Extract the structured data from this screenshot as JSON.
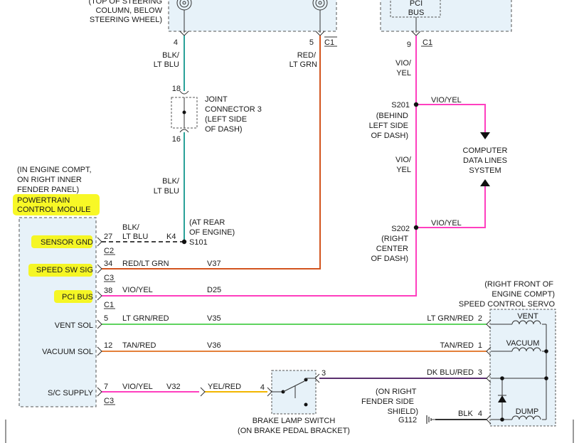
{
  "texts": {
    "steering_note": [
      "(TOP OF STEERING",
      "COLUMN, BELOW",
      "STEERING WHEEL)"
    ],
    "pci_bus_box": [
      "PCI",
      "BUS"
    ],
    "pin_4": "4",
    "pin_5": "5",
    "pin_9": "9",
    "conn_c1_a": "C1",
    "conn_c1_b": "C1",
    "wire_blk_ltblu_top": [
      "BLK/",
      "LT BLU"
    ],
    "wire_red_ltgrn_top": [
      "RED/",
      "LT GRN"
    ],
    "wire_vio_yel_top": [
      "VIO/",
      "YEL"
    ],
    "pin_18": "18",
    "pin_16": "16",
    "joint_connector": [
      "JOINT",
      "CONNECTOR 3",
      "(LEFT SIDE",
      "OF DASH)"
    ],
    "wire_blk_ltblu_mid": [
      "BLK/",
      "LT BLU"
    ],
    "s201": [
      "S201",
      "(BEHIND",
      "LEFT SIDE",
      "OF DASH)"
    ],
    "s201_vio_yel": "VIO/YEL",
    "wire_vio_yel_mid": [
      "VIO/",
      "YEL"
    ],
    "computer_data": [
      "COMPUTER",
      "DATA LINES",
      "SYSTEM"
    ],
    "s202": [
      "S202",
      "(RIGHT",
      "CENTER",
      "OF DASH)"
    ],
    "s202_vio_yel": "VIO/YEL",
    "pcm_note": [
      "(IN ENGINE COMPT,",
      "ON RIGHT INNER",
      "FENDER PANEL)"
    ],
    "pcm_title": [
      "POWERTRAIN",
      "CONTROL MODULE"
    ],
    "s101": [
      "(AT REAR",
      "OF ENGINE)",
      "S101"
    ],
    "sensor_gnd": "SENSOR GND",
    "pin_27": "27",
    "wire_blk_ltblu_low": [
      "BLK/",
      "LT BLU"
    ],
    "k4": "K4",
    "conn_c2": "C2",
    "speed_sw_sig": "SPEED SW SIG",
    "pin_34": "34",
    "wire_red_ltgrn_low": "RED/LT GRN",
    "v37": "V37",
    "conn_c3_a": "C3",
    "pci_bus": "PCI BUS",
    "pin_38": "38",
    "wire_vio_yel_low": "VIO/YEL",
    "d25": "D25",
    "conn_c1_c": "C1",
    "vent_sol": "VENT SOL",
    "pin_5b": "5",
    "wire_ltgrn_red": "LT GRN/RED",
    "v35": "V35",
    "wire_ltgrn_red_r": "LT GRN/RED",
    "pin_2": "2",
    "vacuum_sol": "VACUUM SOL",
    "pin_12": "12",
    "wire_tan_red": "TAN/RED",
    "v36": "V36",
    "wire_tan_red_r": "TAN/RED",
    "pin_1": "1",
    "sc_supply": "S/C SUPPLY",
    "pin_7": "7",
    "wire_vio_yel_sc": "VIO/YEL",
    "v32": "V32",
    "conn_c3_b": "C3",
    "wire_yel_red": "YEL/RED",
    "pin_4b": "4",
    "pin_3a": "3",
    "brake_switch": [
      "BRAKE LAMP SWITCH",
      "(ON BRAKE PEDAL BRACKET)"
    ],
    "wire_dkblu_red": "DK BLU/RED",
    "pin_3b": "3",
    "servo_note": [
      "(RIGHT FRONT OF",
      "ENGINE COMPT)",
      "SPEED CONTROL SERVO"
    ],
    "vent": "VENT",
    "vacuum": "VACUUM",
    "dump": "DUMP",
    "ground_note": [
      "(ON RIGHT",
      "FENDER SIDE",
      "SHIELD)"
    ],
    "g112": "G112",
    "wire_blk": "BLK",
    "pin_4c": "4"
  },
  "colors": {
    "blk_ltblu": "#2aa198",
    "red_ltgrn": "#d2541e",
    "vio_yel": "#ff3fbf",
    "ltgrn_red": "#5fd35f",
    "tan_red": "#e4803a",
    "yel_red": "#f2b600",
    "dkblu_red": "#5a2f6e",
    "blk": "#333333",
    "highlight": "#f7f700",
    "module_fill": "#e7f2f9"
  }
}
